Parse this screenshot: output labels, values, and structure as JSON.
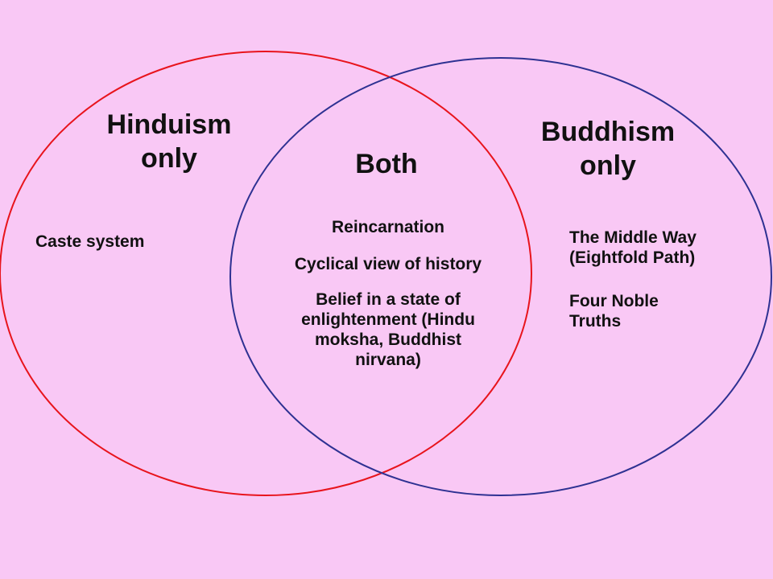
{
  "colors": {
    "background": "#f9c8f5",
    "hinduism_circle": "#e8141c",
    "buddhism_circle": "#2e3192",
    "text": "#111111"
  },
  "hinduism": {
    "title_line1": "Hinduism",
    "title_line2": "only",
    "items": [
      "Caste system"
    ]
  },
  "both": {
    "title": "Both",
    "items": [
      "Reincarnation",
      "Cyclical view of history",
      "Belief in a state of",
      "enlightenment (Hindu",
      "moksha, Buddhist",
      "nirvana)"
    ]
  },
  "buddhism": {
    "title_line1": "Buddhism",
    "title_line2": "only",
    "items": [
      "The Middle Way",
      "(Eightfold Path)",
      "Four Noble",
      "Truths"
    ]
  }
}
